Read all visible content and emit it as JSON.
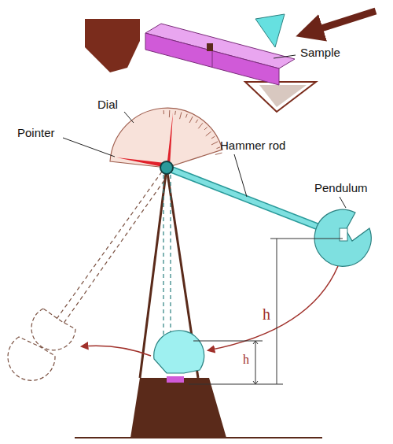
{
  "diagram": {
    "labels": [
      "Sample",
      "Dial",
      "Pointer",
      "Hammer rod",
      "Pendulum",
      "h",
      "h"
    ]
  }
}
